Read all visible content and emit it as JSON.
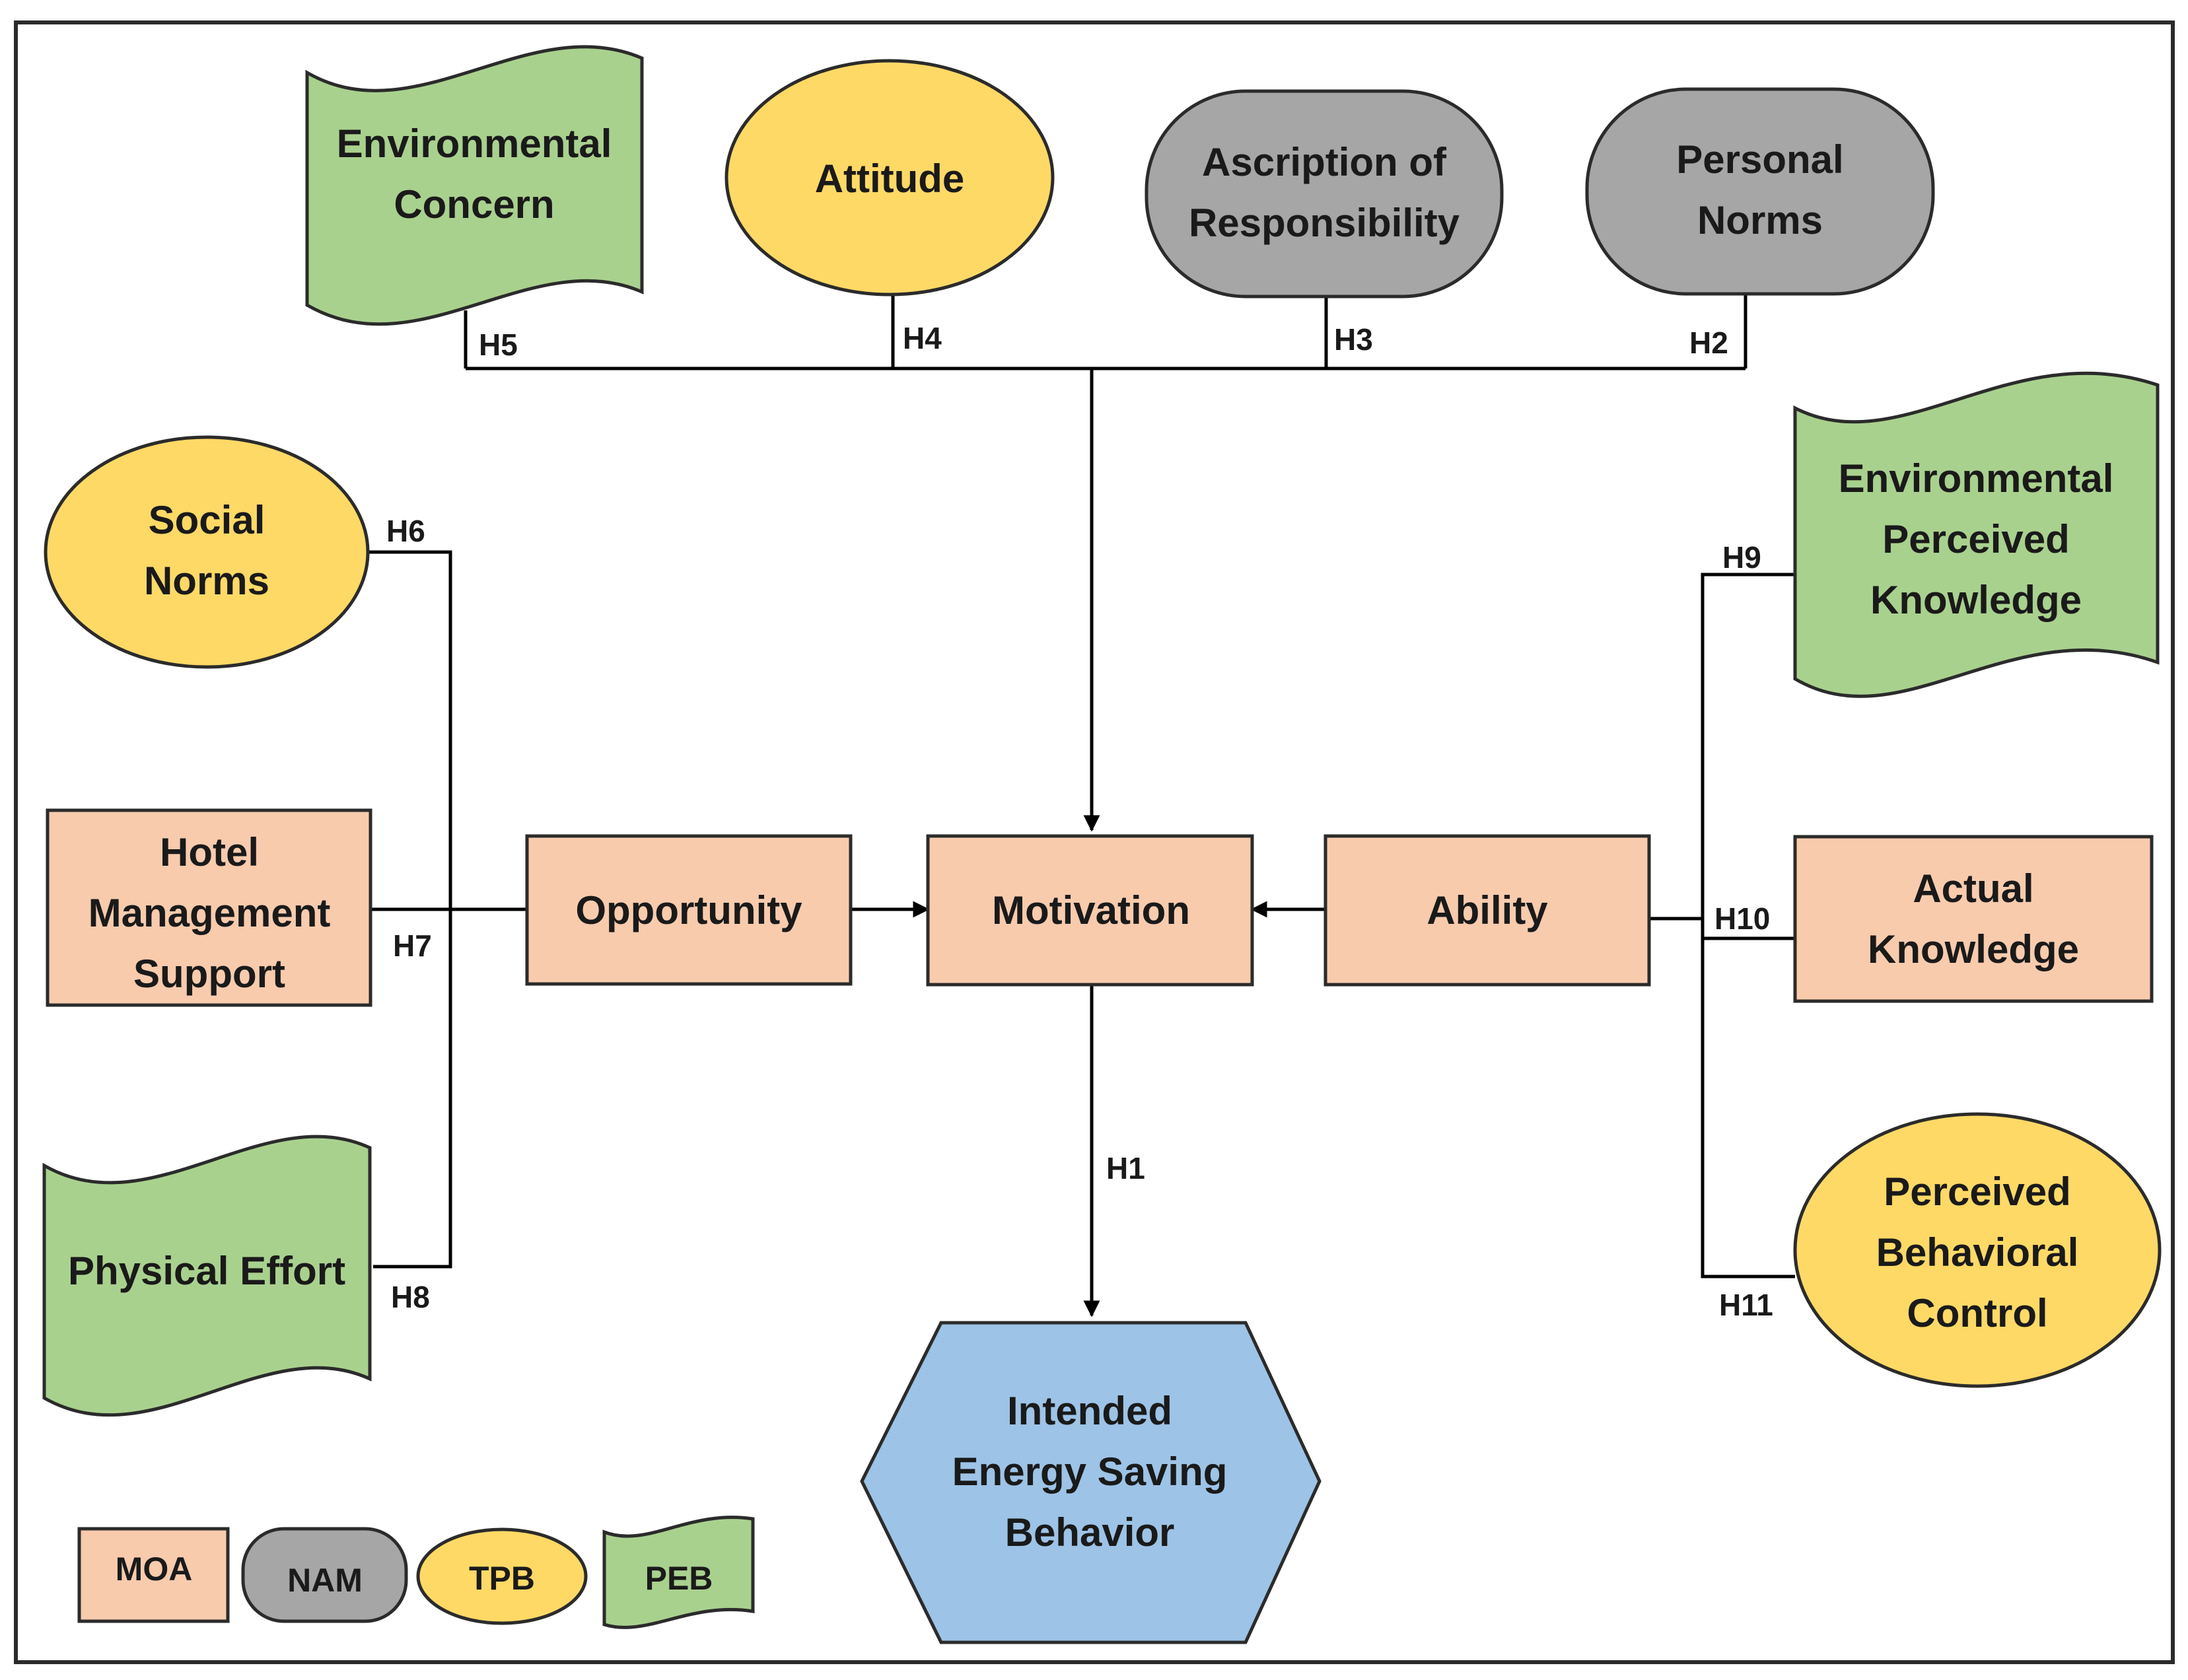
{
  "colors": {
    "moa": "#F8CBAD",
    "nam": "#A6A6A6",
    "tpb": "#FFD966",
    "peb": "#A9D18E",
    "outcome": "#9DC3E6"
  },
  "nodes": {
    "environmental_concern": [
      "Environmental",
      "Concern"
    ],
    "attitude": [
      "Attitude"
    ],
    "ascription_of_responsibility": [
      "Ascription of",
      "Responsibility"
    ],
    "personal_norms": [
      "Personal",
      "Norms"
    ],
    "social_norms": [
      "Social",
      "Norms"
    ],
    "hotel_management_support": [
      "Hotel",
      "Management",
      "Support"
    ],
    "physical_effort": [
      "Physical Effort"
    ],
    "opportunity": [
      "Opportunity"
    ],
    "motivation": [
      "Motivation"
    ],
    "ability": [
      "Ability"
    ],
    "environmental_perceived_knowledge": [
      "Environmental",
      "Perceived",
      "Knowledge"
    ],
    "actual_knowledge": [
      "Actual",
      "Knowledge"
    ],
    "perceived_behavioral_control": [
      "Perceived",
      "Behavioral",
      "Control"
    ],
    "intended_energy_saving_behavior": [
      "Intended",
      "Energy Saving",
      "Behavior"
    ]
  },
  "hypotheses": {
    "h1": "H1",
    "h2": "H2",
    "h3": "H3",
    "h4": "H4",
    "h5": "H5",
    "h6": "H6",
    "h7": "H7",
    "h8": "H8",
    "h9": "H9",
    "h10": "H10",
    "h11": "H11"
  },
  "legend": {
    "moa": "MOA",
    "nam": "NAM",
    "tpb": "TPB",
    "peb": "PEB"
  }
}
